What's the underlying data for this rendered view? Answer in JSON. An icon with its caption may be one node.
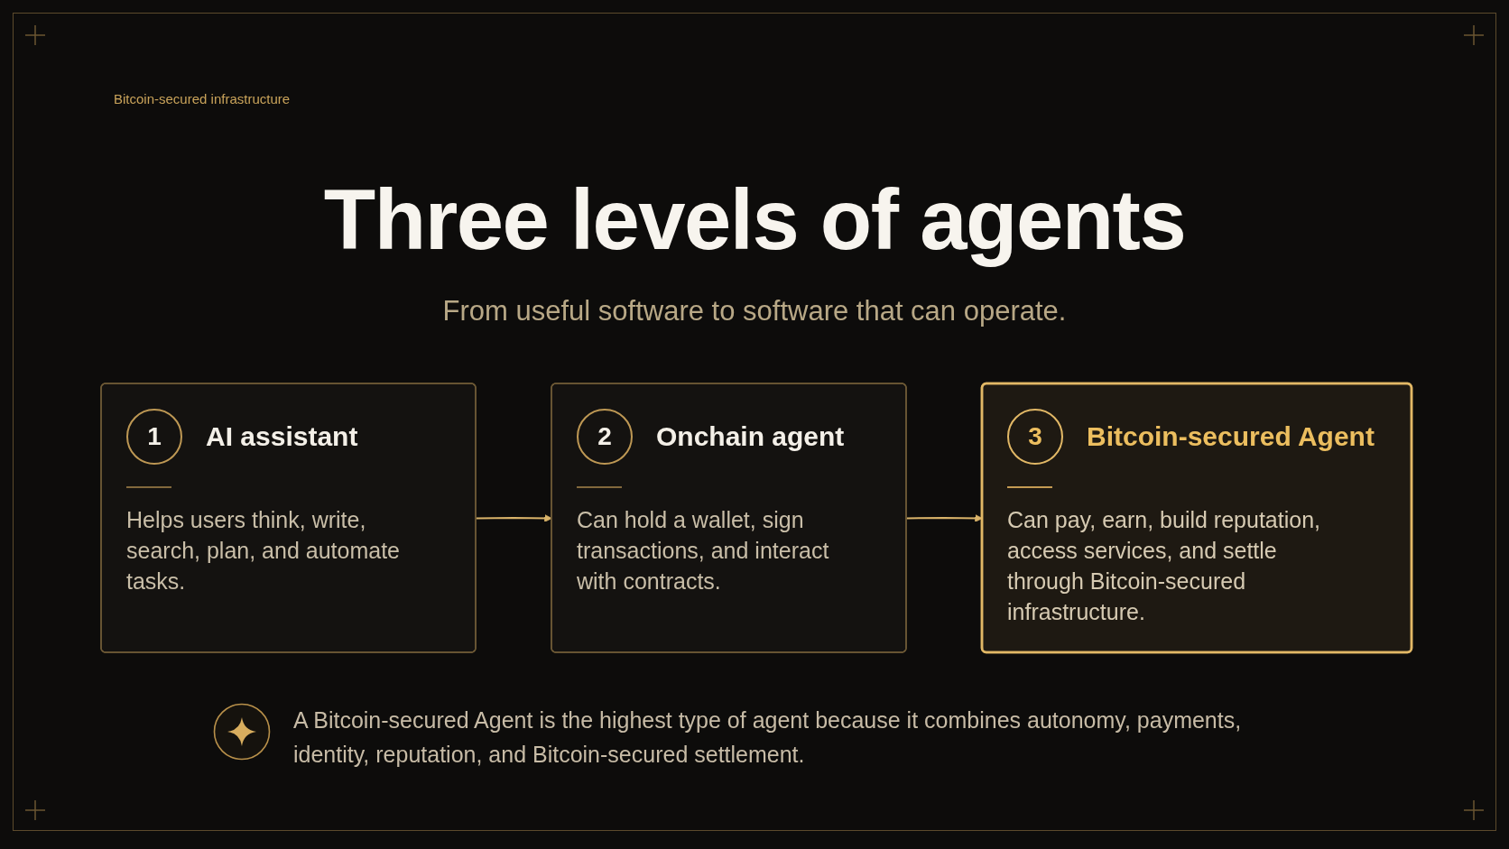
{
  "diagram": {
    "title": "Three levels of agents",
    "nodes": [
      {
        "text": [
          "1",
          "AI assistant",
          "Helps users think, write, search, plan, and automate tasks."
        ]
      },
      {
        "text": [
          "2",
          "Onchain agent",
          "Can hold a wallet, sign transactions, and interact with contracts."
        ]
      },
      {
        "text": [
          "3",
          "Bitcoin-secured Agent",
          "Can pay, earn, build reputation, access services, and settle through Bitcoin-secured infrastructure."
        ]
      }
    ],
    "edges": [
      {
        "from": 0,
        "to": 1,
        "arrow": "to"
      },
      {
        "from": 1,
        "to": 2,
        "arrow": "to"
      }
    ],
    "labels": [
      "Bitcoin-secured infrastructure",
      "From useful software to software that can operate.",
      "A Bitcoin-secured Agent is the highest type of agent because it combines autonomy, payments, identity, reputation, and Bitcoin-secured settlement."
    ]
  }
}
